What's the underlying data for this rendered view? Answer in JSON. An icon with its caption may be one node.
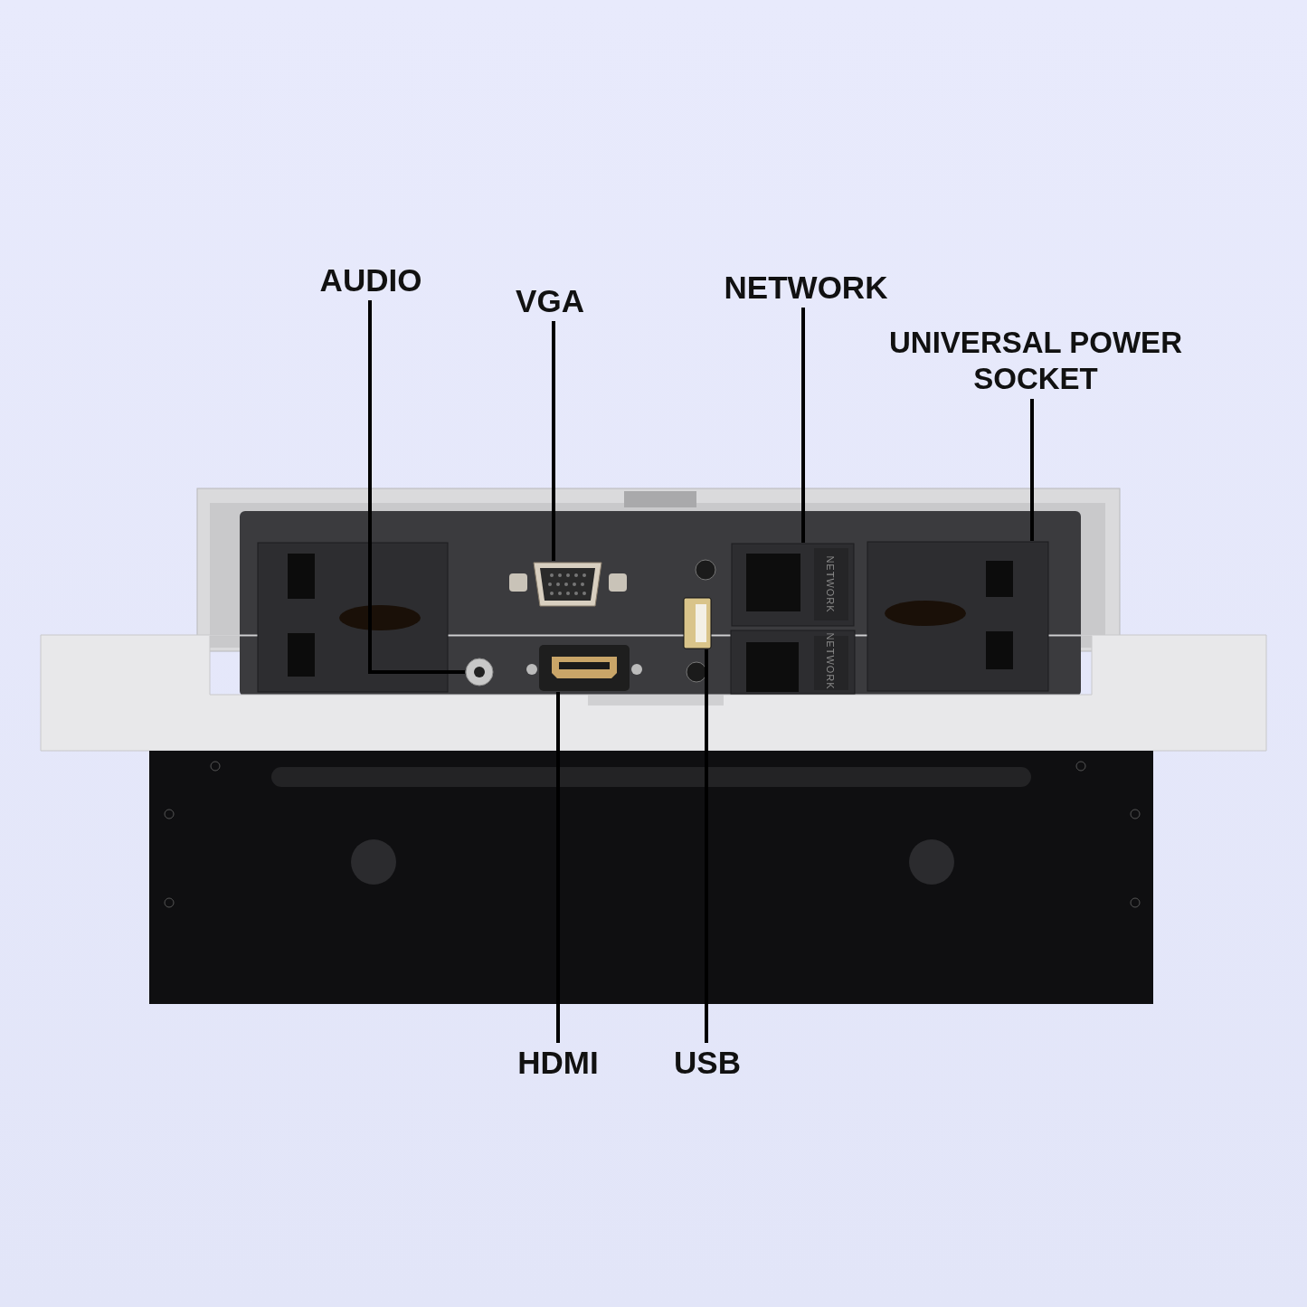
{
  "diagram": {
    "nodes": [
      {
        "text": [
          "AUDIO"
        ]
      },
      {
        "text": [
          "VGA"
        ]
      },
      {
        "text": [
          "NETWORK"
        ]
      },
      {
        "text": [
          "UNIVERSAL POWER SOCKET"
        ]
      },
      {
        "text": [
          "HDMI"
        ]
      },
      {
        "text": [
          "USB"
        ]
      },
      {
        "text": [],
        "shape": "picture"
      },
      {
        "text": [],
        "shape": "picture"
      },
      {
        "text": [],
        "shape": "picture"
      },
      {
        "text": [],
        "shape": "picture"
      },
      {
        "text": [],
        "shape": "picture"
      },
      {
        "text": [],
        "shape": "picture"
      }
    ],
    "edges": [
      {
        "from": 0,
        "to": 6,
        "arrow": "none"
      },
      {
        "from": 1,
        "to": 7,
        "arrow": "none"
      },
      {
        "from": 2,
        "to": 8,
        "arrow": "none"
      },
      {
        "from": 3,
        "to": 9,
        "arrow": "none"
      },
      {
        "from": 4,
        "to": 10,
        "arrow": "none"
      },
      {
        "from": 5,
        "to": 11,
        "arrow": "none"
      }
    ],
    "labels": [
      "NETWORK",
      "NETWORK"
    ]
  }
}
